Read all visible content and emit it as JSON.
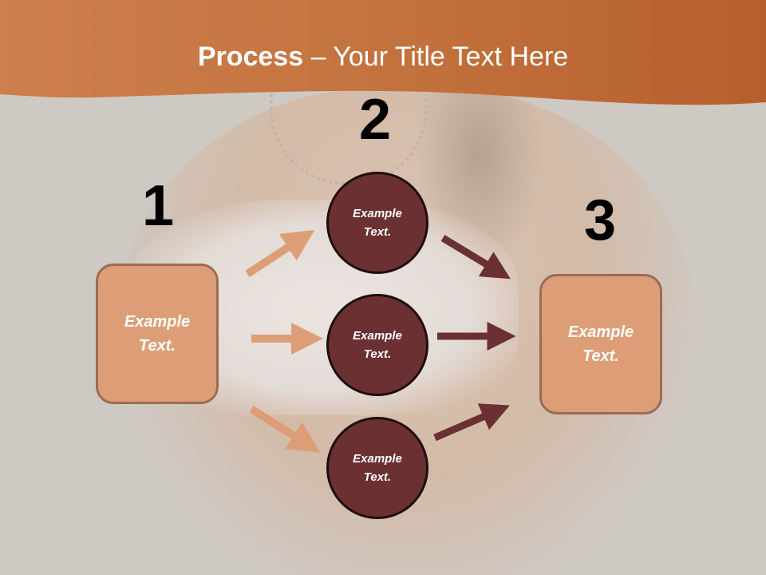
{
  "header": {
    "title_bold": "Process",
    "title_rest": " – Your Title Text Here",
    "band_color": "#c9763f"
  },
  "steps": {
    "step1": {
      "number": "1",
      "box_text": "Example Text."
    },
    "step2": {
      "number": "2",
      "circles": [
        {
          "text": "Example Text."
        },
        {
          "text": "Example Text."
        },
        {
          "text": "Example Text."
        }
      ]
    },
    "step3": {
      "number": "3",
      "box_text": "Example Text."
    }
  },
  "colors": {
    "box_fill": "#dd9e77",
    "circle_fill": "#6a3032",
    "arrow_light": "#dd9e77",
    "arrow_dark": "#6a3032"
  }
}
